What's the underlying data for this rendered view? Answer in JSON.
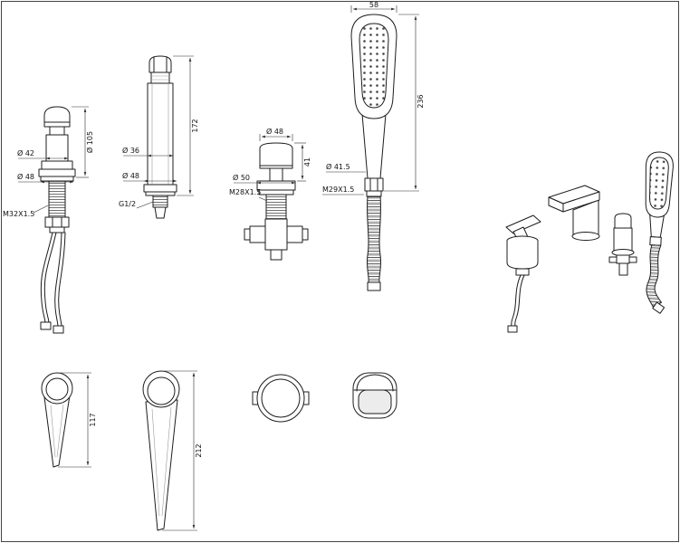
{
  "colors": {
    "line": "#1c1c1c",
    "background": "#ffffff"
  },
  "parts": {
    "mixer_valve": {
      "cap_diameter": "Ø 42",
      "height": "Ø 105",
      "base_diameter": "Ø 48",
      "thread": "M32X1.5"
    },
    "spout": {
      "body_diameter": "Ø 36",
      "height": "172",
      "base_diameter": "Ø 48",
      "thread": "G1/2"
    },
    "diverter": {
      "knob_diameter": "Ø 48",
      "knob_height": "41",
      "base_diameter": "Ø 50",
      "thread": "M28X1.5"
    },
    "hand_shower": {
      "head_width": "58",
      "length": "236",
      "neck_diameter": "Ø 41.5",
      "thread": "M29X1.5"
    },
    "lever_short": {
      "length": "117"
    },
    "lever_long": {
      "length": "212"
    }
  }
}
